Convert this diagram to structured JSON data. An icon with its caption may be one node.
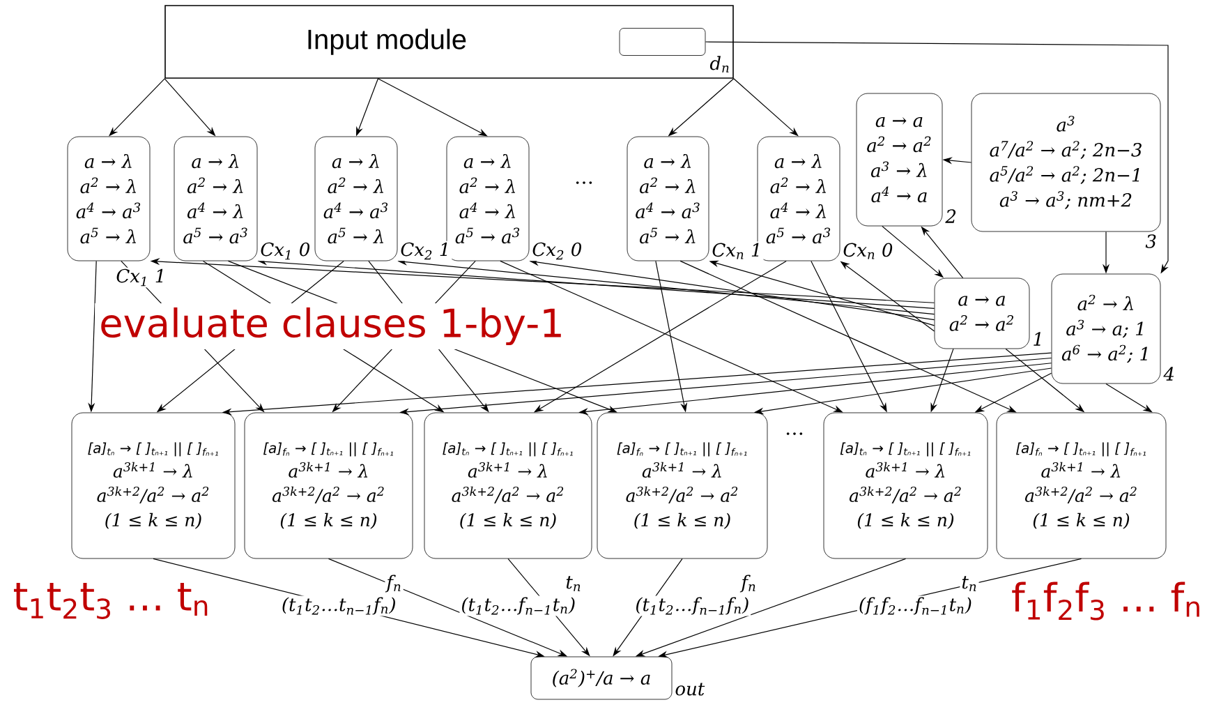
{
  "diagram": {
    "nodes": [
      {
        "text": [
          "Input module"
        ]
      },
      {
        "text": [],
        "shape": "box",
        "in": 0,
        "beside": [
          "d$_{n}$"
        ]
      },
      {
        "text": [
          "a → λ",
          "a$^{2}$ → λ",
          "a$^{4}$ → a$^{3}$",
          "a$^{5}$ → λ"
        ],
        "beside": [
          "Cx$_{1}$ 1"
        ]
      },
      {
        "text": [
          "a → λ",
          "a$^{2}$ → λ",
          "a$^{4}$ → λ",
          "a$^{5}$ → a$^{3}$"
        ],
        "beside": [
          "Cx$_{1}$ 0"
        ]
      },
      {
        "text": [
          "a → λ",
          "a$^{2}$ → λ",
          "a$^{4}$ → a$^{3}$",
          "a$^{5}$ → λ"
        ],
        "beside": [
          "Cx$_{2}$ 1"
        ]
      },
      {
        "text": [
          "a → λ",
          "a$^{2}$ → λ",
          "a$^{4}$ → λ",
          "a$^{5}$ → a$^{3}$"
        ],
        "beside": [
          "Cx$_{2}$ 0"
        ]
      },
      {
        "text": [
          "a → λ",
          "a$^{2}$ → λ",
          "a$^{4}$ → a$^{3}$",
          "a$^{5}$ → λ"
        ],
        "beside": [
          "Cx$_{n}$ 1"
        ]
      },
      {
        "text": [
          "a → λ",
          "a$^{2}$ → λ",
          "a$^{4}$ → λ",
          "a$^{5}$ → a$^{3}$"
        ],
        "beside": [
          "Cx$_{n}$ 0"
        ]
      },
      {
        "text": [
          "a → a",
          "a$^{2}$ → a$^{2}$",
          "a$^{3}$ → λ",
          "a$^{4}$ → a"
        ],
        "beside": [
          "2"
        ]
      },
      {
        "text": [
          "a$^{3}$",
          "a$^{7}$/a$^{2}$ → a$^{2}$; 2n−3",
          "a$^{5}$/a$^{2}$ → a$^{2}$; 2n−1",
          "a$^{3}$ → a$^{3}$; nm+2"
        ],
        "beside": [
          "3"
        ]
      },
      {
        "text": [
          "a → a",
          "a$^{2}$ → a$^{2}$"
        ],
        "beside": [
          "1"
        ]
      },
      {
        "text": [
          "a$^{2}$ → λ",
          "a$^{3}$ → a; 1",
          "a$^{6}$ → a$^{2}$; 1"
        ],
        "beside": [
          "4"
        ]
      },
      {
        "text": [
          "[a]$_{tₙ}$ → [ ]$_{tₙ₊₁}$ || [ ]$_{fₙ₊₁}$",
          "a$^{3k+1}$ → λ",
          "a$^{3k+2}$/a$^{2}$ → a$^{2}$",
          "(1 ≤ k ≤ n)"
        ]
      },
      {
        "text": [
          "[a]$_{fₙ}$ → [ ]$_{tₙ₊₁}$ || [ ]$_{fₙ₊₁}$",
          "a$^{3k+1}$ → λ",
          "a$^{3k+2}$/a$^{2}$ → a$^{2}$",
          "(1 ≤ k ≤ n)"
        ],
        "beside": [
          "f$_{n}$",
          "(t$_{1}$t$_{2}$…t$_{n−1}$f$_{n}$)"
        ]
      },
      {
        "text": [
          "[a]$_{tₙ}$ → [ ]$_{tₙ₊₁}$ || [ ]$_{fₙ₊₁}$",
          "a$^{3k+1}$ → λ",
          "a$^{3k+2}$/a$^{2}$ → a$^{2}$",
          "(1 ≤ k ≤ n)"
        ],
        "beside": [
          "t$_{n}$",
          "(t$_{1}$t$_{2}$…f$_{n−1}$t$_{n}$)"
        ]
      },
      {
        "text": [
          "[a]$_{fₙ}$ → [ ]$_{tₙ₊₁}$ || [ ]$_{fₙ₊₁}$",
          "a$^{3k+1}$ → λ",
          "a$^{3k+2}$/a$^{2}$ → a$^{2}$",
          "(1 ≤ k ≤ n)"
        ],
        "beside": [
          "f$_{n}$",
          "(t$_{1}$t$_{2}$…f$_{n−1}$f$_{n}$)"
        ]
      },
      {
        "text": [
          "[a]$_{tₙ}$ → [ ]$_{tₙ₊₁}$ || [ ]$_{fₙ₊₁}$",
          "a$^{3k+1}$ → λ",
          "a$^{3k+2}$/a$^{2}$ → a$^{2}$",
          "(1 ≤ k ≤ n)"
        ],
        "beside": [
          "t$_{n}$",
          "(f$_{1}$f$_{2}$…f$_{n−1}$t$_{n}$)"
        ]
      },
      {
        "text": [
          "[a]$_{fₙ}$ → [ ]$_{tₙ₊₁}$ || [ ]$_{fₙ₊₁}$",
          "a$^{3k+1}$ → λ",
          "a$^{3k+2}$/a$^{2}$ → a$^{2}$",
          "(1 ≤ k ≤ n)"
        ]
      },
      {
        "text": [
          "(a$^{2}$)$^{+}$/a → a"
        ],
        "beside": [
          "out"
        ]
      }
    ],
    "edges": [
      {
        "from": 0,
        "to": 2,
        "arrow": "to"
      },
      {
        "from": 0,
        "to": 3,
        "arrow": "to"
      },
      {
        "from": 0,
        "to": 4,
        "arrow": "to"
      },
      {
        "from": 0,
        "to": 5,
        "arrow": "to"
      },
      {
        "from": 0,
        "to": 6,
        "arrow": "to"
      },
      {
        "from": 0,
        "to": 7,
        "arrow": "to"
      },
      {
        "from": 1,
        "to": 11,
        "arrow": "to"
      },
      {
        "from": 9,
        "to": 8,
        "arrow": "to"
      },
      {
        "from": 9,
        "to": 11,
        "arrow": "to"
      },
      {
        "from": 8,
        "to": 10,
        "arrow": "to"
      },
      {
        "from": 10,
        "to": 8,
        "arrow": "to"
      },
      {
        "from": 10,
        "to": 2,
        "arrow": "to"
      },
      {
        "from": 10,
        "to": 3,
        "arrow": "to"
      },
      {
        "from": 10,
        "to": 4,
        "arrow": "to"
      },
      {
        "from": 10,
        "to": 5,
        "arrow": "to"
      },
      {
        "from": 10,
        "to": 6,
        "arrow": "to"
      },
      {
        "from": 10,
        "to": 7,
        "arrow": "to"
      },
      {
        "from": 2,
        "to": 12,
        "arrow": "to"
      },
      {
        "from": 2,
        "to": 13,
        "arrow": "to"
      },
      {
        "from": 3,
        "to": 14,
        "arrow": "to"
      },
      {
        "from": 3,
        "to": 15,
        "arrow": "to"
      },
      {
        "from": 4,
        "to": 12,
        "arrow": "to"
      },
      {
        "from": 4,
        "to": 14,
        "arrow": "to"
      },
      {
        "from": 5,
        "to": 13,
        "arrow": "to"
      },
      {
        "from": 5,
        "to": 16,
        "arrow": "to"
      },
      {
        "from": 6,
        "to": 15,
        "arrow": "to"
      },
      {
        "from": 6,
        "to": 17,
        "arrow": "to"
      },
      {
        "from": 7,
        "to": 14,
        "arrow": "to"
      },
      {
        "from": 7,
        "to": 16,
        "arrow": "to"
      },
      {
        "from": 11,
        "to": 12,
        "arrow": "to"
      },
      {
        "from": 11,
        "to": 13,
        "arrow": "to"
      },
      {
        "from": 11,
        "to": 14,
        "arrow": "to"
      },
      {
        "from": 11,
        "to": 15,
        "arrow": "to"
      },
      {
        "from": 11,
        "to": 16,
        "arrow": "to"
      },
      {
        "from": 11,
        "to": 17,
        "arrow": "to"
      },
      {
        "from": 10,
        "to": 16,
        "arrow": "to"
      },
      {
        "from": 10,
        "to": 17,
        "arrow": "to"
      },
      {
        "from": 12,
        "to": 18,
        "arrow": "to"
      },
      {
        "from": 13,
        "to": 18,
        "arrow": "to"
      },
      {
        "from": 14,
        "to": 18,
        "arrow": "to"
      },
      {
        "from": 15,
        "to": 18,
        "arrow": "to"
      },
      {
        "from": 16,
        "to": 18,
        "arrow": "to"
      },
      {
        "from": 17,
        "to": 18,
        "arrow": "to"
      }
    ],
    "labels": [
      "…",
      "evaluate clauses 1-by-1",
      "…",
      "t$_{1}$t$_{2}$t$_{3}$ … t$_{n}$",
      "f$_{1}$f$_{2}$f$_{3}$ … f$_{n}$"
    ]
  }
}
